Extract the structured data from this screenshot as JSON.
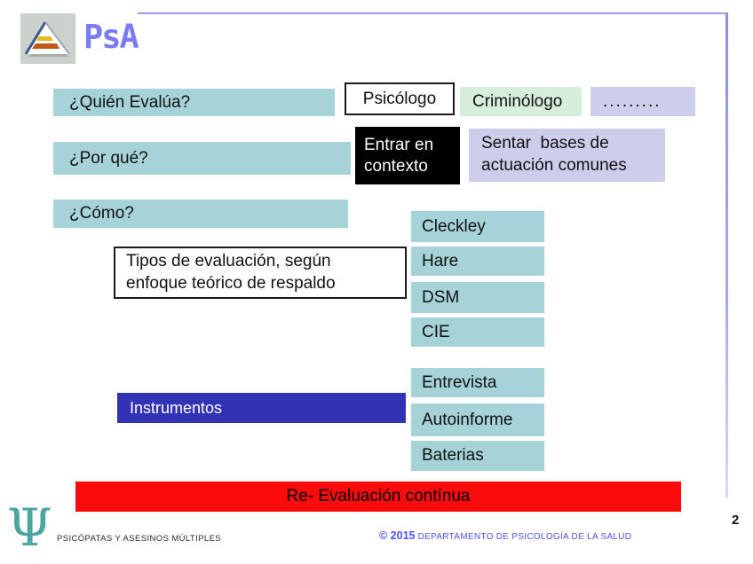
{
  "slide": {
    "logo": {
      "brand": "PsA"
    },
    "questions": [
      {
        "label": "¿Quién Evalúa?"
      },
      {
        "label": "¿Por qué?"
      },
      {
        "label": "¿Cómo?"
      }
    ],
    "evaluators": [
      {
        "label": "Psicólogo"
      },
      {
        "label": "Criminólogo"
      },
      {
        "label": "........."
      }
    ],
    "why_row": {
      "context_box": "Entrar en contexto",
      "bases_box": "Sentar  bases de actuación comunes"
    },
    "types_box": "Tipos de evaluación, según enfoque teórico de respaldo",
    "approaches": [
      "Cleckley",
      "Hare",
      "DSM",
      "CIE"
    ],
    "instruments_label": "Instrumentos",
    "instruments": [
      "Entrevista",
      "Autoinforme",
      "Baterias"
    ],
    "re_evaluation_banner": "Re- Evaluación contínua",
    "footer": {
      "psi_symbol": "Ψ",
      "course_title": "PSICÓPATAS Y ASESINOS MÚLTIPLES",
      "copyright": "© 2015",
      "department": "DEPARTAMENTO DE PSICOLOGÍA DE LA SALUD",
      "page_number": "2"
    },
    "colors": {
      "teal_box": "#a5d3d8",
      "green_box": "#d7eedd",
      "lavender_box": "#cdcdec",
      "black_box": "#000000",
      "blue_box": "#3232b4",
      "red_banner": "#fb0b0b",
      "accent_line": "#9b9bef",
      "brand_text": "#7b7bf2",
      "psi_teal": "#4ea5a0",
      "footer_text_blue": "#5252f0"
    }
  }
}
